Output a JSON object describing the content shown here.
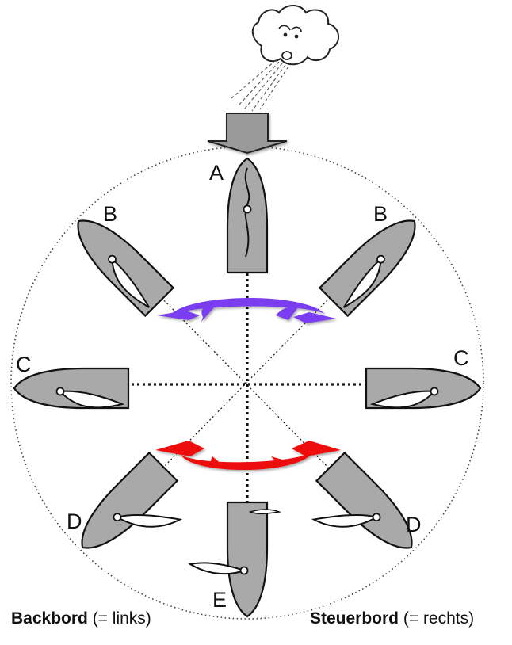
{
  "positions": [
    {
      "id": "A",
      "label": "A"
    },
    {
      "id": "B",
      "label": "B"
    },
    {
      "id": "C",
      "label": "C"
    },
    {
      "id": "D",
      "label": "D"
    },
    {
      "id": "E",
      "label": "E"
    }
  ],
  "captions": {
    "left": {
      "bold": "Backbord",
      "normal": " (= links)"
    },
    "right": {
      "bold": "Steuerbord",
      "normal": " (= rechts)"
    }
  },
  "colors": {
    "hull": "#a9a9a9",
    "upper_arrow": "#7a3cf0",
    "lower_arrow": "#ee1111",
    "wind_arrow": "#9a9a9a"
  },
  "icons": [
    "wind-cloud-icon",
    "wind-direction-arrow-icon",
    "sailboat-icon"
  ]
}
